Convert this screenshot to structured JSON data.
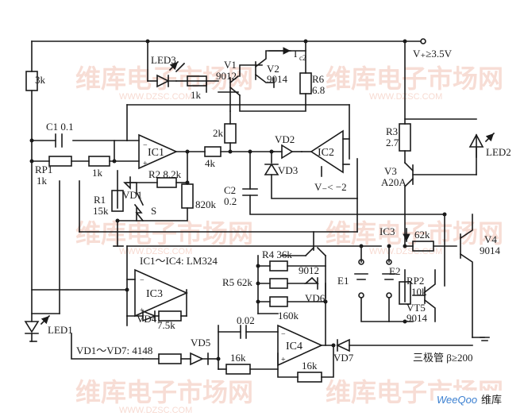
{
  "supply": {
    "vplus_label": "V₊≥3.5V",
    "vminus_label": "V₋< −2",
    "ic2_label": "I",
    "ic2_sub": "c2"
  },
  "notes": {
    "ic_type": "IC1～IC4: LM324",
    "diodes": "VD1～VD7: 4148",
    "beta": "三极管 β≥200"
  },
  "watermark": {
    "brand": "维库电子市场网",
    "url": "WWW.DZSC.COM",
    "logo_text": "WeeQoo",
    "logo_cn": "维库"
  },
  "colors": {
    "wire": "#1a1a1a",
    "watermark": "#f2c2b4",
    "logo_blue": "#3a7fd0",
    "logo_orange": "#f08a24"
  },
  "components": {
    "ic1": "IC1",
    "ic2": "IC2",
    "ic3": "IC3",
    "ic4": "IC4",
    "led1": "LED1",
    "led2": "LED2",
    "led3": "LED3",
    "v1": "V1",
    "v1_type": "9012",
    "v2": "V2",
    "v2_type": "9014",
    "v3": "V3",
    "v3_type": "A20A",
    "v4": "V4",
    "v4_type": "9014",
    "vt5": "VT5",
    "vt5_type": "9014",
    "q_9012": "9012",
    "r_3k": "3k",
    "r_1k_top": "1k",
    "r6": "R6",
    "r6_val": "6.8",
    "r3": "R3",
    "r3_val": "2.7",
    "r_2k": "2k",
    "r_4k": "4k",
    "c1": "C1 0.1",
    "rp1": "RP1",
    "rp1_val": "1k",
    "r_1k_mid": "1k",
    "r2": "R2 8.2k",
    "r1": "R1",
    "r1_val": "15k",
    "vd1": "VD1",
    "s": "S",
    "r_820k": "820k",
    "c2": "C2",
    "c2_val": "0.2",
    "vd2": "VD2",
    "vd3": "VD3",
    "ic3_node": "IC3",
    "r_62k": "62k",
    "r4": "R4 36k",
    "r5": "R5 62k",
    "vd6": "VD6",
    "r_160k": "160k",
    "e1": "E1",
    "e2": "E2",
    "rp2": "RP2",
    "rp2_val": "10k",
    "vd4": "VD4",
    "r_7k5": "7.5k",
    "vd5": "VD5",
    "c_002": "0.02",
    "r_16k_a": "16k",
    "r_16k_b": "16k",
    "vd7": "VD7"
  }
}
